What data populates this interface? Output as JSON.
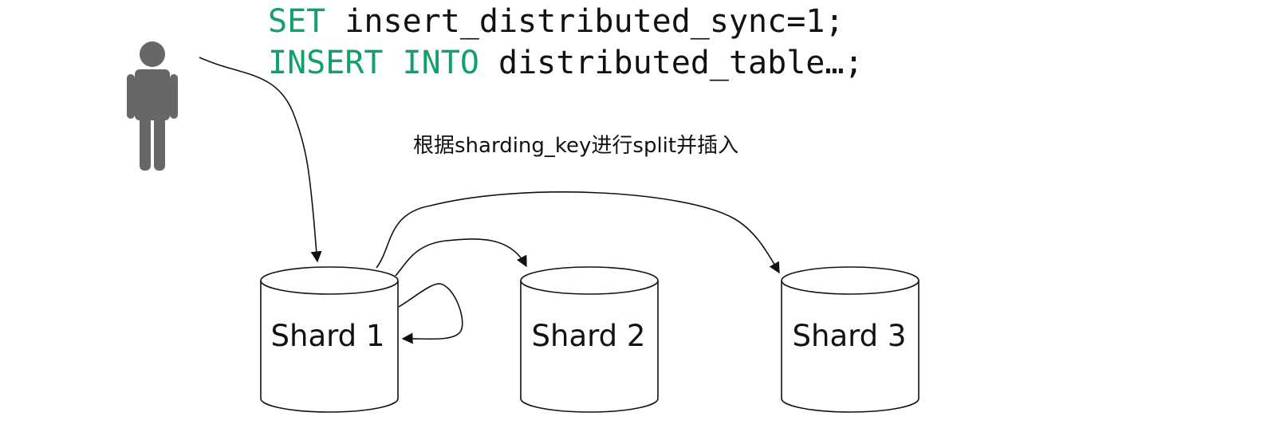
{
  "code": {
    "line1": {
      "keyword": "SET",
      "rest": " insert_distributed_sync=1;"
    },
    "line2": {
      "keyword": "INSERT INTO",
      "rest": " distributed_table…;"
    }
  },
  "caption": "根据sharding_key进行split并插入",
  "shards": [
    {
      "label": "Shard 1"
    },
    {
      "label": "Shard 2"
    },
    {
      "label": "Shard 3"
    }
  ],
  "colors": {
    "keyword": "#12a06a",
    "person": "#666867",
    "stroke": "#111111"
  },
  "icons": {
    "user": "person-icon"
  }
}
